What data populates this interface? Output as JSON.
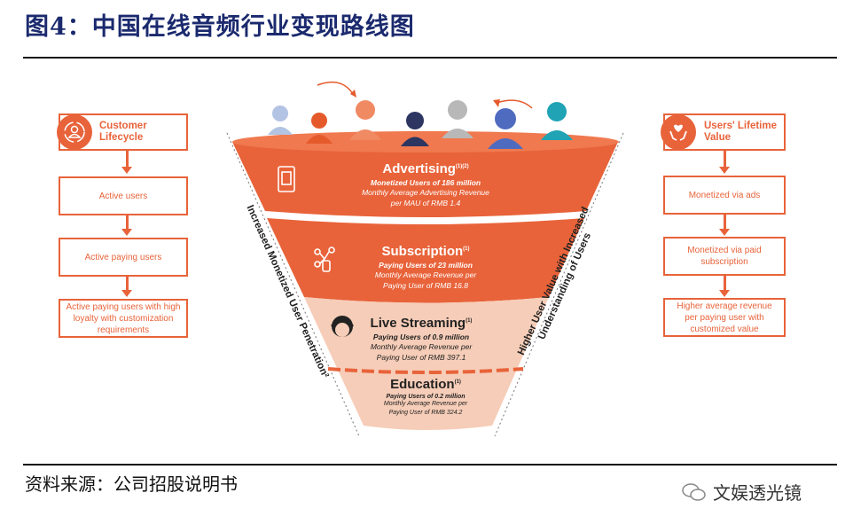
{
  "title": "图4：中国在线音频行业变现路线图",
  "left_panel": {
    "header": "Customer Lifecycle",
    "steps": [
      "Active users",
      "Active paying users",
      "Active paying users with high loyalty with customization requirements"
    ]
  },
  "right_panel": {
    "header": "Users' Lifetime Value",
    "steps": [
      "Monetized via ads",
      "Monetized via paid subscription",
      "Higher average revenue per paying user with customized value"
    ]
  },
  "funnel": [
    {
      "name": "Advertising",
      "note": "(1)(2)",
      "highlight": "Monetized Users of 186 million",
      "detail": "Monthly Average Advertising Revenue per MAU of RMB 1.4"
    },
    {
      "name": "Subscription",
      "note": "(1)",
      "highlight": "Paying Users of 23 million",
      "detail": "Monthly Average Revenue per Paying User of RMB 16.8"
    },
    {
      "name": "Live Streaming",
      "note": "(1)",
      "highlight": "Paying Users of 0.9 million",
      "detail": "Monthly Average Revenue per Paying User of RMB 397.1"
    },
    {
      "name": "Education",
      "note": "(1)",
      "highlight": "Paying Users of 0.2 million",
      "detail": "Monthly Average Revenue per Paying User of RMB 324.2"
    }
  ],
  "left_axis_label": "Increased Monetized User Penetration²",
  "right_axis_label_1": "Higher User Value with Increased",
  "right_axis_label_2": "Understanding of Users",
  "source": "资料来源：公司招股说明书",
  "watermark": "文娱透光镜",
  "colors": {
    "accent": "#e8633a",
    "peach": "#f6cdb8",
    "title": "#1b2a6e"
  }
}
